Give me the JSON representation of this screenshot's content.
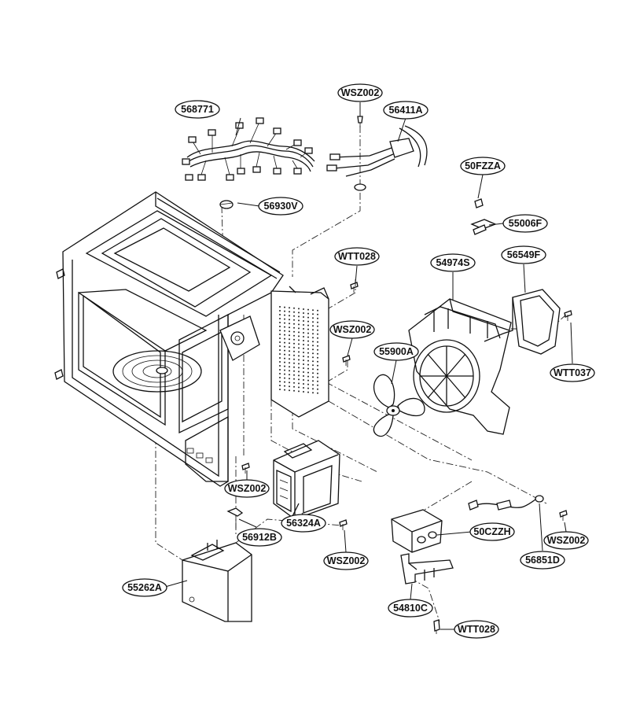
{
  "callouts": [
    {
      "id": "568771",
      "label": "568771"
    },
    {
      "id": "WSZ002-a",
      "label": "WSZ002"
    },
    {
      "id": "56411A",
      "label": "56411A"
    },
    {
      "id": "50FZZA",
      "label": "50FZZA"
    },
    {
      "id": "56930V",
      "label": "56930V"
    },
    {
      "id": "55006F",
      "label": "55006F"
    },
    {
      "id": "WTT028-a",
      "label": "WTT028"
    },
    {
      "id": "54974S",
      "label": "54974S"
    },
    {
      "id": "56549F",
      "label": "56549F"
    },
    {
      "id": "WSZ002-b",
      "label": "WSZ002"
    },
    {
      "id": "55900A",
      "label": "55900A"
    },
    {
      "id": "WTT037",
      "label": "WTT037"
    },
    {
      "id": "WSZ002-c",
      "label": "WSZ002"
    },
    {
      "id": "56912B",
      "label": "56912B"
    },
    {
      "id": "56324A",
      "label": "56324A"
    },
    {
      "id": "50CZZH",
      "label": "50CZZH"
    },
    {
      "id": "WSZ002-d",
      "label": "WSZ002"
    },
    {
      "id": "WSZ002-e",
      "label": "WSZ002"
    },
    {
      "id": "56851D",
      "label": "56851D"
    },
    {
      "id": "55262A",
      "label": "55262A"
    },
    {
      "id": "54810C",
      "label": "54810C"
    },
    {
      "id": "WTT028-b",
      "label": "WTT028"
    }
  ]
}
